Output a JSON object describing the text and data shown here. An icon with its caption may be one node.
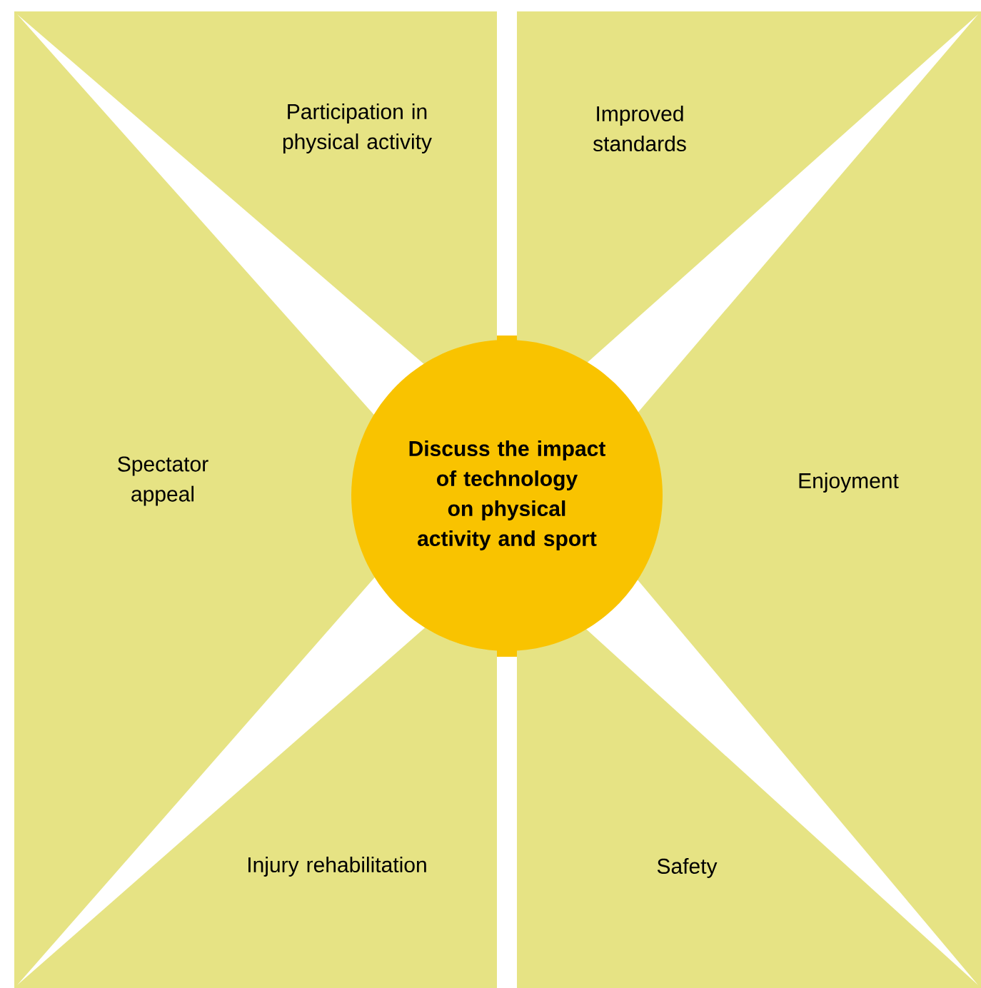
{
  "diagram": {
    "nodes": [
      {
        "text": [
          "Discuss the impact of technology on physical activity and sport"
        ]
      }
    ],
    "labels": [
      "Participation in physical activity",
      "Improved standards",
      "Spectator appeal",
      "Enjoyment",
      "Injury rehabilitation",
      "Safety"
    ]
  }
}
